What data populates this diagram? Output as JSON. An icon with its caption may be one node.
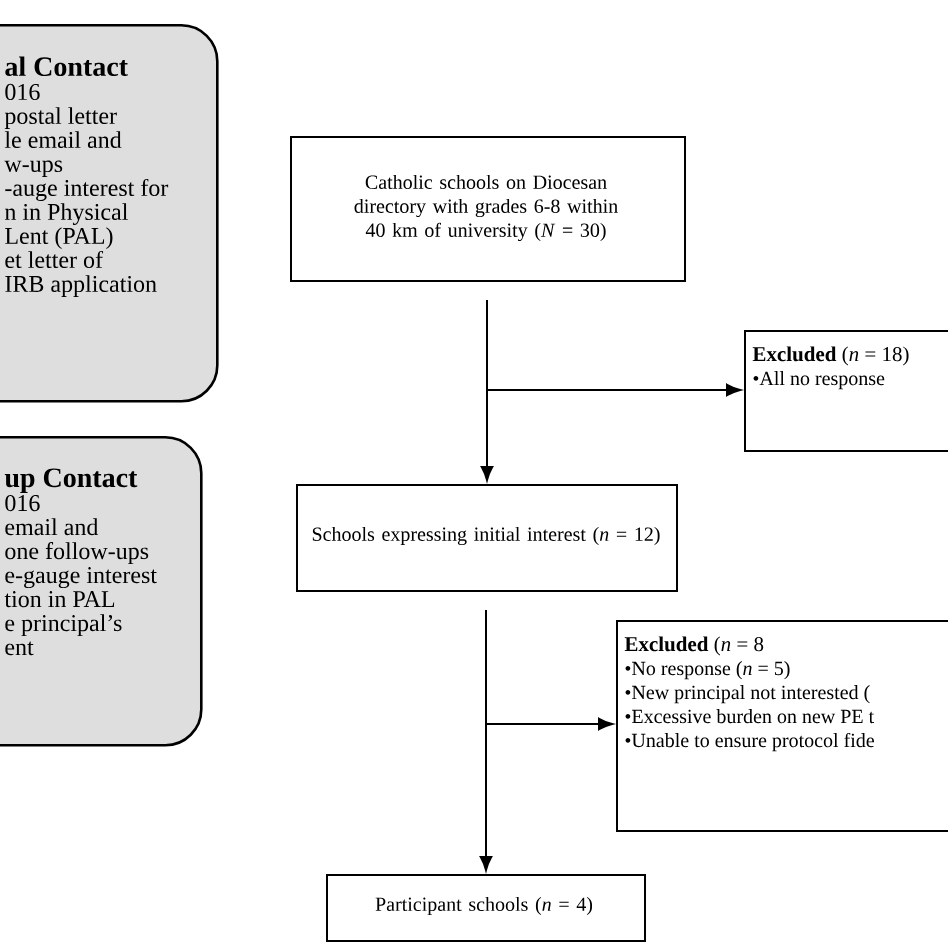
{
  "diagram": {
    "nodes": [
      {
        "text": [
          "al Contact",
          "016",
          "postal letter",
          "le email and",
          "w-ups",
          "-auge interest for",
          "n in Physical",
          "Lent (PAL)",
          "et letter of",
          "IRB application"
        ]
      },
      {
        "text": [
          "up Contact",
          "016",
          "email and",
          "one follow-ups",
          "e-gauge interest",
          "tion in PAL",
          "e principal’s",
          "ent"
        ]
      },
      {
        "text": [
          "Catholic schools on Diocesan directory with grades 6-8 within 40 km of university (*N* = 30)"
        ]
      },
      {
        "text": [
          "**Excluded** (*n* = 18)",
          "•All no response"
        ]
      },
      {
        "text": [
          "Schools expressing initial interest (*n* = 12)"
        ]
      },
      {
        "text": [
          "**Excluded** (*n* = 8",
          "•No response (*n* = 5)",
          "•New principal not interested (",
          "•Excessive burden on new PE t",
          "•Unable to ensure protocol fide"
        ]
      },
      {
        "text": [
          "Participant schools (*n* = 4)"
        ]
      }
    ],
    "edges": [
      {
        "from": 2,
        "to": 4,
        "arrow": "to"
      },
      {
        "from": 2,
        "to": 3,
        "arrow": "to"
      },
      {
        "from": 4,
        "to": 6,
        "arrow": "to"
      },
      {
        "from": 4,
        "to": 5,
        "arrow": "to"
      }
    ]
  }
}
